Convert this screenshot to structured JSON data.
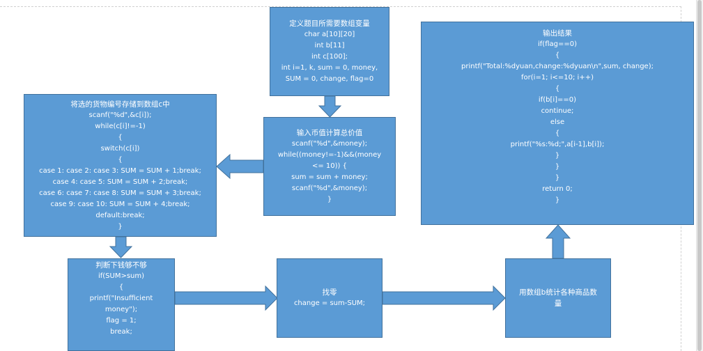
{
  "boxes": {
    "define": {
      "lines": [
        "定义题目所需要数组变量",
        "char a[10][20]",
        "int b[11]",
        "int c[100];",
        "int i=1, k, sum = 0, money,",
        "SUM = 0, change, flag=0"
      ]
    },
    "select": {
      "lines": [
        "将选的货物编号存储到数组c中",
        "scanf(\"%d\",&c[i]);",
        "while(c[i]!=-1)",
        "{",
        "switch(c[i])",
        "{",
        "case 1: case 2: case 3: SUM = SUM + 1;break;",
        "case 4: case 5: SUM = SUM + 2;break;",
        "case 6: case 7: case 8: SUM = SUM + 3;break;",
        "case 9: case 10: SUM = SUM + 4;break;",
        "default:break;",
        "}"
      ]
    },
    "input": {
      "lines": [
        "输入币值计算总价值",
        "scanf(\"%d\",&money);",
        "while((money!=-1)&&(money",
        "<= 10)) {",
        "sum = sum + money;",
        "scanf(\"%d\",&money);",
        "}"
      ]
    },
    "output": {
      "lines": [
        "输出结果",
        "if(flag==0)",
        "{",
        "printf(\"Total:%dyuan,change:%dyuan\\n\",sum, change);",
        "for(i=1; i<=10; i++)",
        "{",
        "if(b[i]==0)",
        "continue;",
        "else",
        "{",
        "printf(\"%s:%d;\",a[i-1],b[i]);",
        "}",
        "}",
        "}",
        "",
        "return 0;",
        "}"
      ]
    },
    "check": {
      "lines": [
        "判断下钱够不够",
        "if(SUM>sum)",
        "{",
        "printf(\"Insufficient",
        "money\");",
        "flag = 1;",
        "break;"
      ]
    },
    "change": {
      "lines": [
        "找零",
        "change = sum-SUM;"
      ]
    },
    "count": {
      "lines": [
        "用数组b统计各种商品数",
        "量"
      ]
    }
  }
}
